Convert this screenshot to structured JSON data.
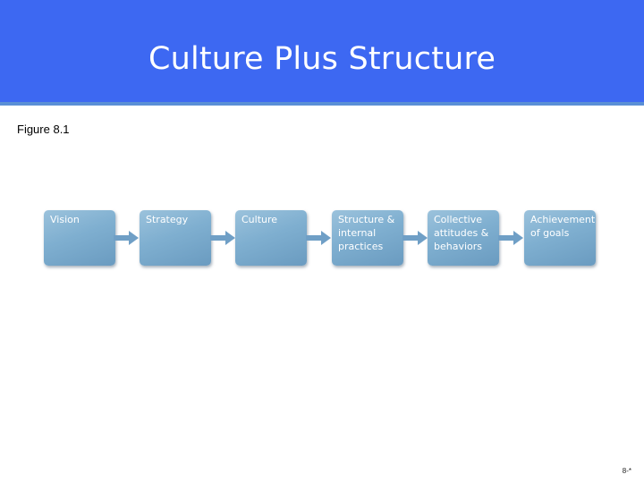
{
  "slide": {
    "title": "Culture Plus Structure",
    "caption": "Figure 8.1",
    "page_number": "8-*"
  },
  "flow": {
    "steps": [
      {
        "lines": [
          "Vision"
        ]
      },
      {
        "lines": [
          "Strategy"
        ]
      },
      {
        "lines": [
          "Culture"
        ]
      },
      {
        "lines": [
          "Structure &",
          "internal",
          "practices"
        ]
      },
      {
        "lines": [
          "Collective",
          "attitudes &",
          "behaviors"
        ]
      },
      {
        "lines": [
          "Achievement",
          "of goals"
        ]
      }
    ],
    "box_color": "#7fafd0",
    "arrow_color": "#6f9fc6"
  },
  "theme": {
    "header_color": "#3d68f2"
  }
}
